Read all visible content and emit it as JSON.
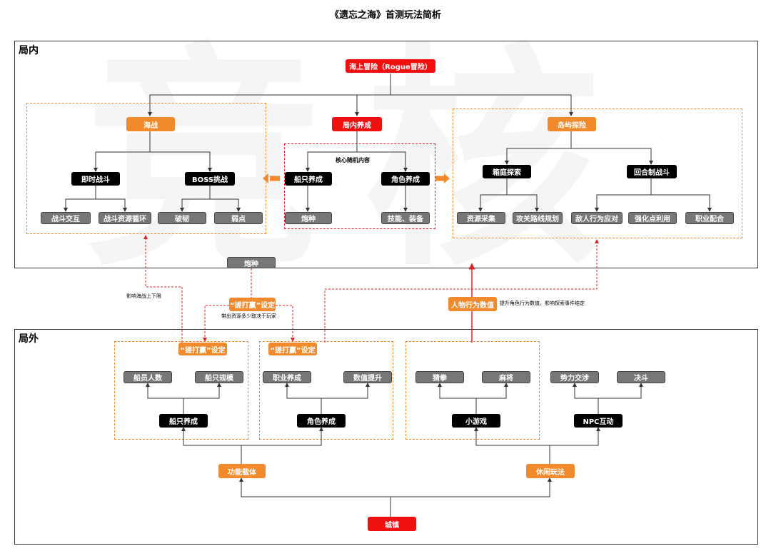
{
  "title": "《遗忘之海》首测玩法简析",
  "watermark": "竞核",
  "sections": {
    "inner": "局内",
    "outer": "局外"
  },
  "inner": {
    "root": "海上冒险（Rogue冒险）",
    "naval": {
      "label": "海战",
      "realtime": "即时战斗",
      "boss": "BOSS挑战",
      "combat_interact": "战斗交互",
      "resource_loop": "战斗资源循环",
      "break": "破韧",
      "weakness": "弱点"
    },
    "growth": {
      "label": "局内养成",
      "core": "核心随机内容",
      "ship": "船只养成",
      "role": "角色养成",
      "cannon": "炮种",
      "skills": "技能、装备"
    },
    "island": {
      "label": "岛屿探险",
      "explore": "箱庭探索",
      "turn": "回合制战斗",
      "gather": "资源采集",
      "route": "攻关路线规划",
      "enemy": "敌人行为应对",
      "enhance": "强化点利用",
      "job": "职业配合"
    }
  },
  "middle": {
    "cannon": "炮种",
    "note_naval": "影响海战上下限",
    "gacha": "“搓打赢”设定",
    "note_gacha": "带出资源多少取决于玩家",
    "attr": "人物行为数值",
    "note_attr": "提升角色行为数值，影响探索事件结定"
  },
  "outer": {
    "gacha_ship": "“搓打赢”设定",
    "gacha_role": "“搓打赢”设定",
    "crew": "船员人数",
    "ship_size": "船只规模",
    "ship_growth": "船只养成",
    "job_growth": "职业养成",
    "value_up": "数值提升",
    "role_growth": "角色养成",
    "mora": "猜拳",
    "mahjong": "麻将",
    "minigame": "小游戏",
    "influence": "势力交涉",
    "duel": "决斗",
    "npc": "NPC互动",
    "function": "功能载体",
    "leisure": "休闲玩法",
    "town": "城镇"
  }
}
